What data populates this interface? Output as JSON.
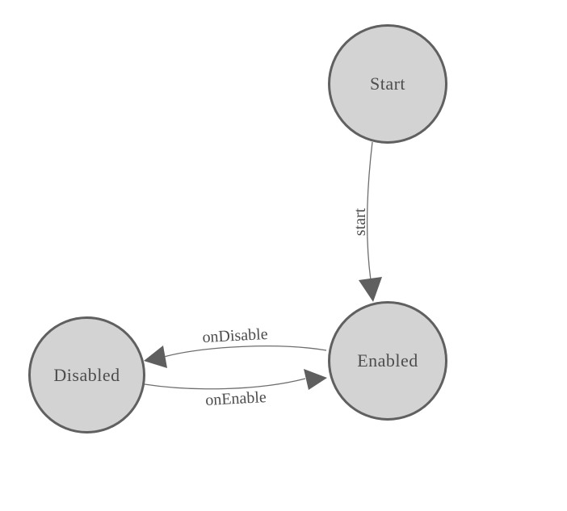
{
  "diagram": {
    "type": "state-diagram",
    "background_color": "#ffffff",
    "node_fill_color": "#d3d3d3",
    "node_border_color": "#606060",
    "text_color": "#4d4d4d",
    "edge_color": "#6e6e6e",
    "arrowhead_color": "#5f5f5f",
    "nodes": [
      {
        "id": "start",
        "label": "Start"
      },
      {
        "id": "enabled",
        "label": "Enabled"
      },
      {
        "id": "disabled",
        "label": "Disabled"
      }
    ],
    "edges": [
      {
        "from": "Start",
        "to": "Enabled",
        "label": "start"
      },
      {
        "from": "Enabled",
        "to": "Disabled",
        "label": "onDisable"
      },
      {
        "from": "Disabled",
        "to": "Enabled",
        "label": "onEnable"
      }
    ]
  }
}
